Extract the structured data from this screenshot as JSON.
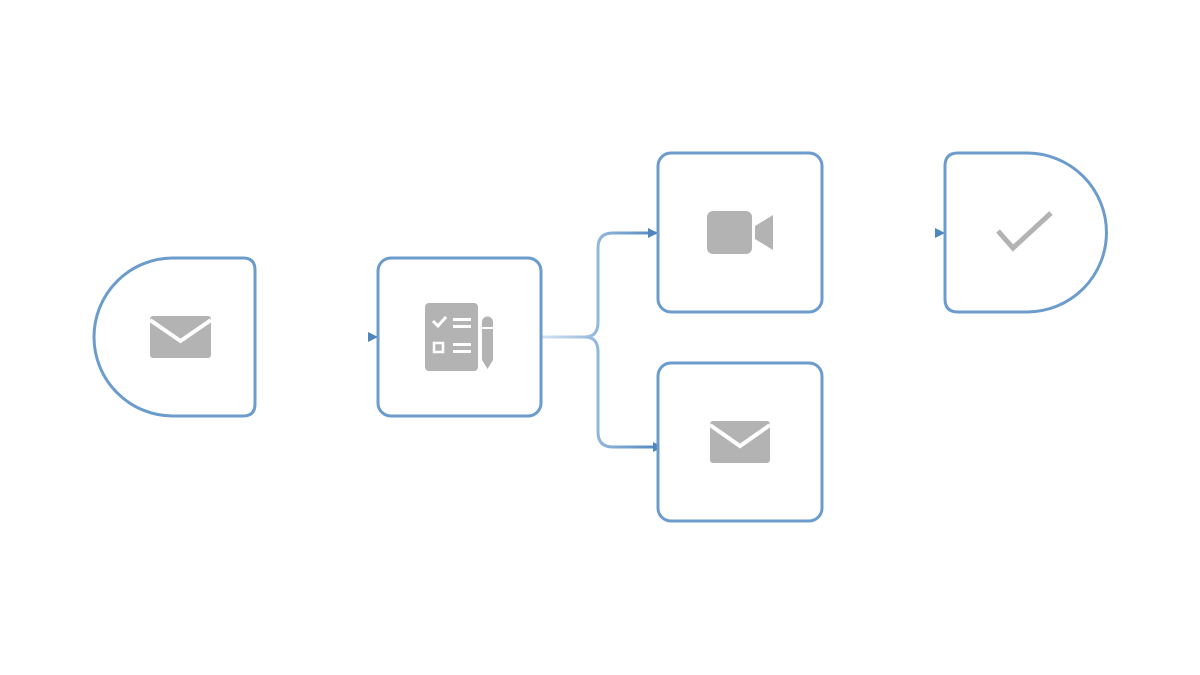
{
  "colors": {
    "node_stroke": "#6b9ccb",
    "connector_start": "#cfe0f1",
    "connector_end": "#4f86c0",
    "icon_fill": "#b3b3b3",
    "background": "#ffffff"
  },
  "nodes": [
    {
      "id": "start",
      "shape": "terminal-left",
      "icon": "envelope-icon"
    },
    {
      "id": "form",
      "shape": "process",
      "icon": "checklist-form-icon"
    },
    {
      "id": "video",
      "shape": "process",
      "icon": "video-camera-icon"
    },
    {
      "id": "email",
      "shape": "process",
      "icon": "envelope-icon"
    },
    {
      "id": "end",
      "shape": "terminal-right",
      "icon": "checkmark-icon"
    }
  ],
  "edges": [
    {
      "from": "start",
      "to": "form"
    },
    {
      "from": "form",
      "to": "video"
    },
    {
      "from": "form",
      "to": "email"
    },
    {
      "from": "video",
      "to": "end"
    }
  ]
}
